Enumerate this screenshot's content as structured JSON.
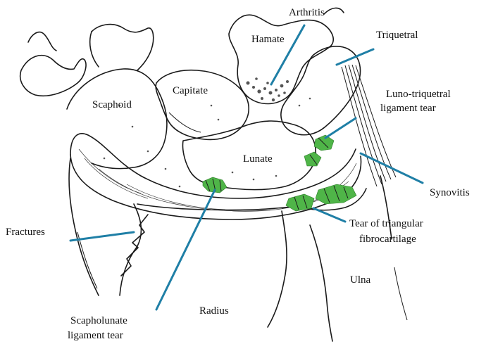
{
  "bones": {
    "hamate": "Hamate",
    "triquetral": "Triquetral",
    "scaphoid": "Scaphoid",
    "capitate": "Capitate",
    "lunate": "Lunate",
    "radius": "Radius",
    "ulna": "Ulna"
  },
  "pathologies": {
    "arthritis": "Arthritis",
    "luno_triquetral": [
      "Luno-triquetral",
      "ligament tear"
    ],
    "synovitis": "Synovitis",
    "tfcc": [
      "Tear of triangular",
      "fibrocartilage"
    ],
    "fractures": "Fractures",
    "scapholunate": [
      "Scapholunate",
      "ligament tear"
    ]
  },
  "colors": {
    "leader": "#1f7fa6",
    "tear": "#4fb548",
    "outline": "#1a1a1a"
  }
}
